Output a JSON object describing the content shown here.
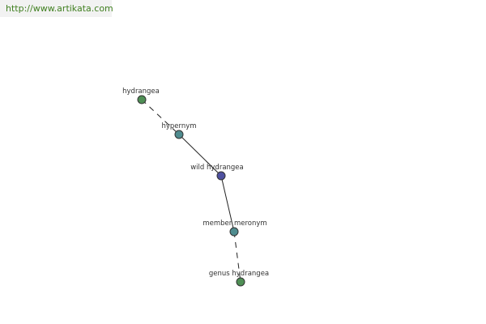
{
  "header": {
    "url": "http://www.artikata.com"
  },
  "graph": {
    "nodes": [
      {
        "id": "hydrangea",
        "label": "hydrangea",
        "color": "#4f8f55"
      },
      {
        "id": "hypernym",
        "label": "hypernym",
        "color": "#4f8c8f"
      },
      {
        "id": "wild-hydrangea",
        "label": "wild hydrangea",
        "color": "#4f51a0"
      },
      {
        "id": "member-meronym",
        "label": "member meronym",
        "color": "#4f8c8f"
      },
      {
        "id": "genus-hydrangea",
        "label": "genus hydrangea",
        "color": "#4f8f55"
      }
    ],
    "edges": [
      {
        "from": "hydrangea",
        "to": "hypernym",
        "style": "dashed"
      },
      {
        "from": "hypernym",
        "to": "wild-hydrangea",
        "style": "solid"
      },
      {
        "from": "wild-hydrangea",
        "to": "member-meronym",
        "style": "solid"
      },
      {
        "from": "member-meronym",
        "to": "genus-hydrangea",
        "style": "dashed"
      }
    ]
  }
}
